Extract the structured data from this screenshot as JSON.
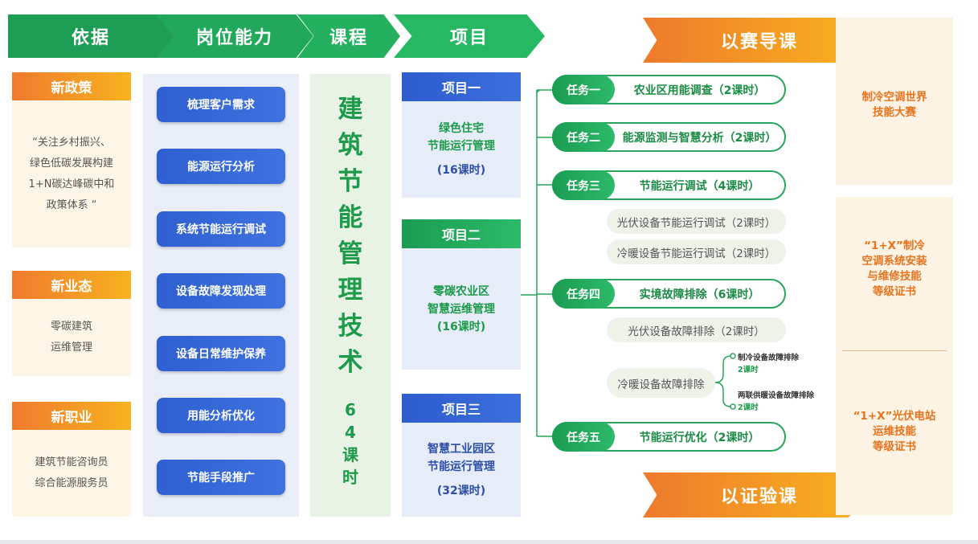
{
  "header": {
    "steps": [
      "依据",
      "岗位能力",
      "课程",
      "项目"
    ],
    "arrow_top": "以赛导课",
    "arrow_bottom": "以证验课"
  },
  "basis": [
    {
      "title": "新政策",
      "lines": [
        "“关注乡村振兴、",
        "绿色低碳发展构建",
        "1+N碳达峰碳中和",
        "政策体系 “"
      ]
    },
    {
      "title": "新业态",
      "lines": [
        "零碳建筑",
        "运维管理"
      ]
    },
    {
      "title": "新职业",
      "lines": [
        "建筑节能咨询员",
        "综合能源服务员"
      ]
    }
  ],
  "abilities": [
    "梳理客户需求",
    "能源运行分析",
    "系统节能运行调试",
    "设备故障发现处理",
    "设备日常维护保养",
    "用能分析优化",
    "节能手段推广"
  ],
  "course": {
    "name_chars": [
      "建",
      "筑",
      "节",
      "能",
      "管",
      "理",
      "技",
      "术"
    ],
    "hours_chars": [
      "6",
      "4",
      "课",
      "时"
    ]
  },
  "projects": [
    {
      "title": "项目一",
      "lines": [
        "绿色住宅",
        "节能运行管理",
        "(16课时)"
      ]
    },
    {
      "title": "项目二",
      "lines": [
        "零碳农业区",
        "智慧运维管理",
        "(16课时)"
      ]
    },
    {
      "title": "项目三",
      "lines": [
        "智慧工业园区",
        "节能运行管理",
        "(32课时)"
      ]
    }
  ],
  "tasks": [
    {
      "label": "任务一",
      "text": "农业区用能调查（2课时）"
    },
    {
      "label": "任务二",
      "text": "能源监测与智慧分析（2课时）"
    },
    {
      "label": "任务三",
      "text": "节能运行调试（4课时）"
    },
    {
      "label": "任务四",
      "text": "实境故障排除（6课时）"
    },
    {
      "label": "任务五",
      "text": "节能运行优化（2课时）"
    }
  ],
  "subtasks": [
    "光伏设备节能运行调试（2课时）",
    "冷暖设备节能运行调试（2课时）",
    "光伏设备故障排除（2课时）",
    "冷暖设备故障排除"
  ],
  "subsub": [
    {
      "name": "制冷设备故障排除",
      "hours": "2课时"
    },
    {
      "name": "两联供暖设备故障排除",
      "hours": "2课时"
    }
  ],
  "right": {
    "competition": [
      "制冷空调世界",
      "技能大赛"
    ],
    "cert1": [
      "“1+X”制冷",
      "空调系统安装",
      "与维修技能",
      "等级证书"
    ],
    "cert2": [
      "“1+X”光伏电站",
      "运维技能",
      "等级证书"
    ]
  },
  "colors": {
    "green": "#1fa855",
    "blue": "#2f5fd0",
    "orange": "#f08a28"
  }
}
